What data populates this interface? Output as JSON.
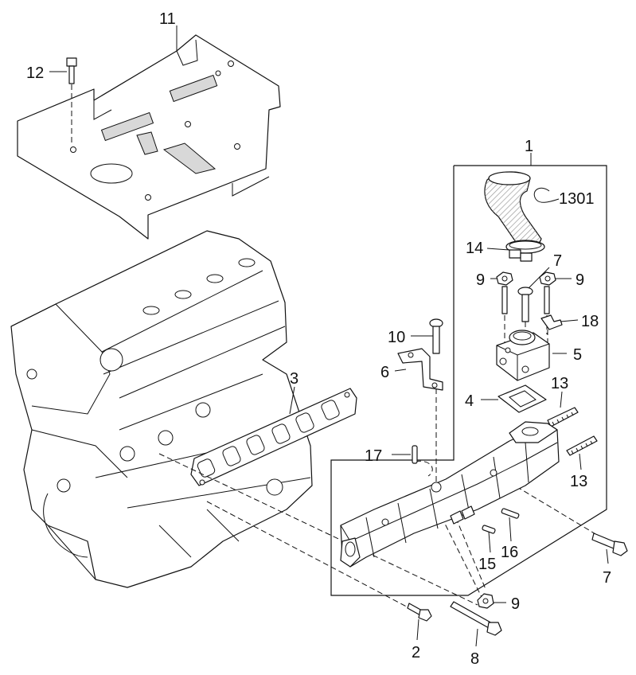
{
  "callouts": {
    "c1": "1",
    "c2": "2",
    "c3": "3",
    "c4": "4",
    "c5": "5",
    "c6": "6",
    "c7a": "7",
    "c7b": "7",
    "c8": "8",
    "c9a": "9",
    "c9b": "9",
    "c9c": "9",
    "c10": "10",
    "c11": "11",
    "c12": "12",
    "c13a": "13",
    "c13b": "13",
    "c14": "14",
    "c15": "15",
    "c16": "16",
    "c17": "17",
    "c18": "18",
    "c1301": "1301"
  },
  "colors": {
    "line": "#111111",
    "background": "#ffffff",
    "hose_hatch": "#9a9a9a"
  }
}
